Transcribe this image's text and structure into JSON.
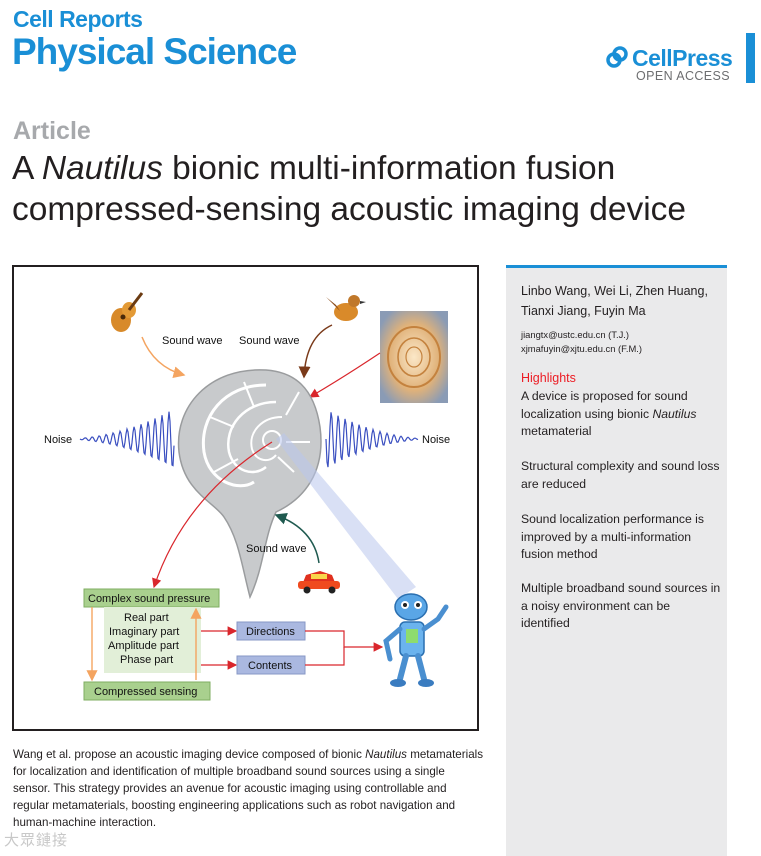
{
  "journal": {
    "line1": "Cell Reports",
    "line2": "Physical Science"
  },
  "publisher": {
    "name": "CellPress",
    "access": "OPEN ACCESS",
    "brand_color": "#1a8fd6"
  },
  "article_type": "Article",
  "title": {
    "pre": "A ",
    "italic": "Nautilus",
    "post": " bionic multi-information fusion compressed-sensing acoustic imaging device"
  },
  "figure": {
    "labels": {
      "sound_wave_guitar": "Sound wave",
      "sound_wave_bird": "Sound wave",
      "sound_wave_car": "Sound wave",
      "noise_left": "Noise",
      "noise_right": "Noise",
      "complex_sound_pressure": "Complex sound pressure",
      "parts": [
        "Real part",
        "Imaginary part",
        "Amplitude part",
        "Phase part"
      ],
      "compressed_sensing": "Compressed sensing",
      "directions": "Directions",
      "contents": "Contents"
    },
    "colors": {
      "green_box": "#a9d08e",
      "blue_box": "#aab8e0",
      "arrow_orange": "#f4a460",
      "arrow_red": "#d9262c",
      "wave_blue": "#3a4fc0",
      "shell_gray": "#c8cacc"
    }
  },
  "caption": {
    "pre": "Wang et al. propose an acoustic imaging device composed of bionic ",
    "italic": "Nautilus",
    "post": " metamaterials for localization and identification of multiple broadband sound sources using a single sensor. This strategy provides an avenue for acoustic imaging using controllable and regular metamaterials, boosting engineering applications such as robot navigation and human-machine interaction."
  },
  "sidebar": {
    "authors": "Linbo Wang, Wei Li, Zhen Huang, Tianxi Jiang, Fuyin Ma",
    "emails": [
      "jiangtx@ustc.edu.cn (T.J.)",
      "xjmafuyin@xjtu.edu.cn (F.M.)"
    ],
    "highlights_heading": "Highlights",
    "highlight1": {
      "pre": "A device is proposed for sound localization using bionic ",
      "italic": "Nautilus",
      "post": " metamaterial"
    },
    "highlight2": "Structural complexity and sound loss are reduced",
    "highlight3": "Sound localization performance is improved by a multi-information fusion method",
    "highlight4": "Multiple broadband sound sources in a noisy environment can be identified"
  },
  "watermark": "大眾鏈接"
}
